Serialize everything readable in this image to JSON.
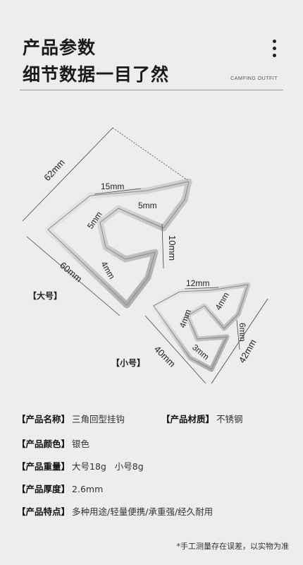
{
  "header": {
    "title_line1": "产品参数",
    "title_line2": "细节数据一目了然",
    "brand": "CAMPING OUTFIT"
  },
  "diagram": {
    "large_label": "【大号】",
    "small_label": "【小号】",
    "large": {
      "dim_62": "62mm",
      "dim_15": "15mm",
      "dim_5a": "5mm",
      "dim_5b": "5mm",
      "dim_10": "10mm",
      "dim_4": "4mm",
      "dim_60": "60mm"
    },
    "small": {
      "dim_12": "12mm",
      "dim_4a": "4mm",
      "dim_4b": "4mm",
      "dim_6": "6mm",
      "dim_3": "3mm",
      "dim_40": "40mm",
      "dim_42": "42mm"
    }
  },
  "specs": {
    "name_label": "【产品名称】",
    "name_value": "三角回型挂钩",
    "material_label": "【产品材质】",
    "material_value": "不锈钢",
    "color_label": "【产品颜色】",
    "color_value": "银色",
    "weight_label": "【产品重量】",
    "weight_value": "大号18g   小号8g",
    "thickness_label": "【产品厚度】",
    "thickness_value": "2.6mm",
    "features_label": "【产品特点】",
    "features_value": "多种用途/轻量便携/承重强/经久耐用"
  },
  "footnote": "*手工测量存在误差，以实物为准"
}
